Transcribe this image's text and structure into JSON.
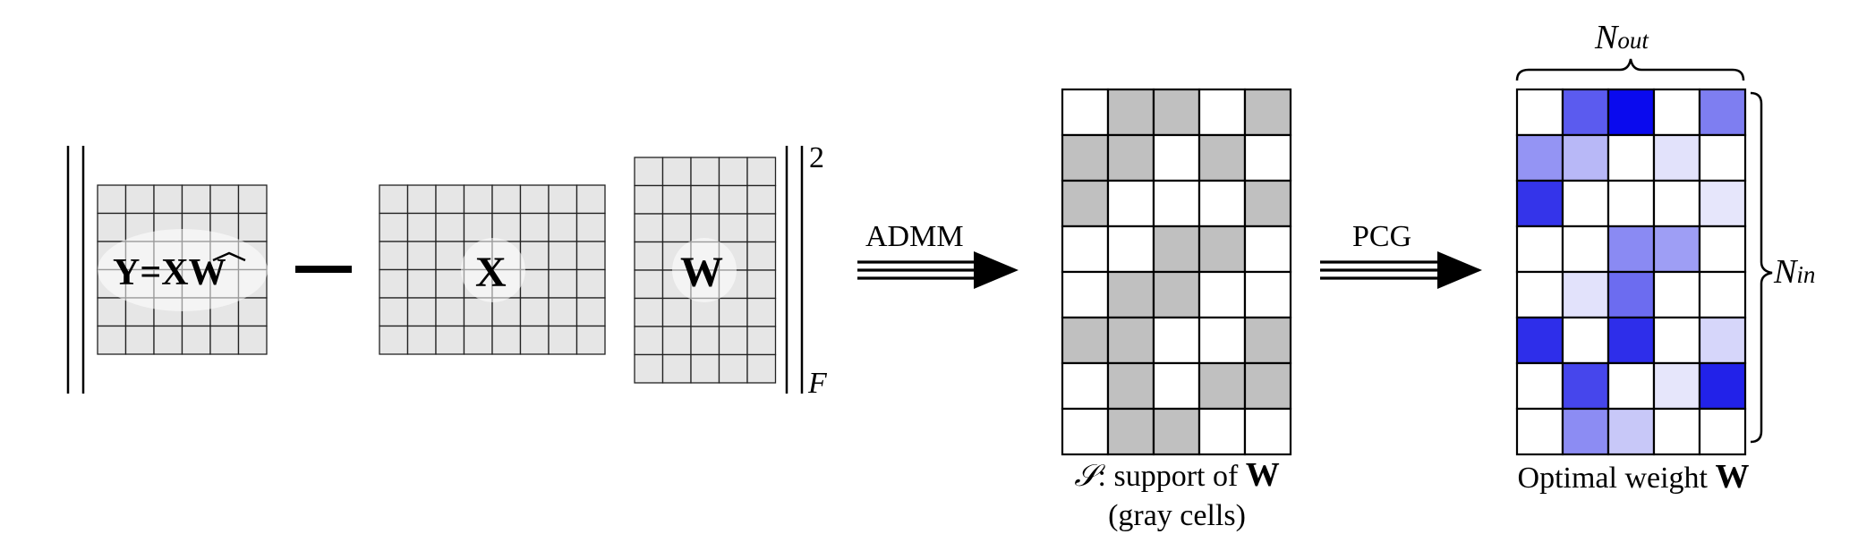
{
  "norm": {
    "eq_label": "Y=XW",
    "minus": "−",
    "x_label": "X",
    "w_label": "W",
    "superscript": "2",
    "subscript": "F"
  },
  "steps": {
    "admm": "ADMM",
    "pcg": "PCG"
  },
  "support": {
    "caption_line1_symbol": "𝒮",
    "caption_line1_text": ": support of ",
    "caption_line1_bold": "W",
    "caption_line2": "(gray cells)",
    "grid": [
      [
        0,
        1,
        1,
        0,
        1
      ],
      [
        1,
        1,
        0,
        1,
        0
      ],
      [
        1,
        0,
        0,
        0,
        1
      ],
      [
        0,
        0,
        1,
        1,
        0
      ],
      [
        0,
        1,
        1,
        0,
        0
      ],
      [
        1,
        1,
        0,
        0,
        1
      ],
      [
        0,
        1,
        0,
        1,
        1
      ],
      [
        0,
        1,
        1,
        0,
        0
      ]
    ],
    "gray_color": "#c0c0c0"
  },
  "weight": {
    "caption_text": "Optimal weight ",
    "caption_bold": "W",
    "n_out_main": "N",
    "n_out_sub": "out",
    "n_in_main": "N",
    "n_in_sub": "in",
    "colors": [
      [
        "#ffffff",
        "#5b5bef",
        "#0a0aee",
        "#ffffff",
        "#7e7ef1"
      ],
      [
        "#9494f4",
        "#b8b8f7",
        "#ffffff",
        "#e2e2fb",
        "#ffffff"
      ],
      [
        "#3434ea",
        "#ffffff",
        "#ffffff",
        "#ffffff",
        "#e6e6fb"
      ],
      [
        "#ffffff",
        "#ffffff",
        "#8a8af3",
        "#9e9ef5",
        "#ffffff"
      ],
      [
        "#ffffff",
        "#e2e2fb",
        "#6c6cf0",
        "#ffffff",
        "#ffffff"
      ],
      [
        "#2e2eea",
        "#ffffff",
        "#2e2eea",
        "#ffffff",
        "#d6d6fa"
      ],
      [
        "#ffffff",
        "#4646ec",
        "#ffffff",
        "#e6e6fb",
        "#2222e9"
      ],
      [
        "#ffffff",
        "#8c8cf3",
        "#c8c8f8",
        "#ffffff",
        "#ffffff"
      ]
    ]
  }
}
